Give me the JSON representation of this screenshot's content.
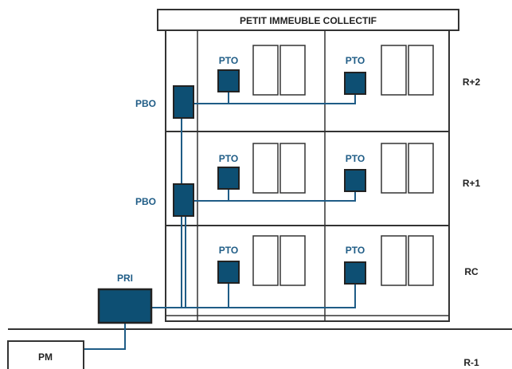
{
  "title": "PETIT IMMEUBLE COLLECTIF",
  "floors": {
    "r2": "R+2",
    "r1": "R+1",
    "rc": "RC",
    "r_1": "R-1"
  },
  "labels": {
    "pbo": "PBO",
    "pri": "PRI",
    "pm": "PM",
    "pto": "PTO"
  },
  "colors": {
    "fiber": "#1f5c86",
    "box_fill": "#0d4f73",
    "outline": "#222222"
  }
}
